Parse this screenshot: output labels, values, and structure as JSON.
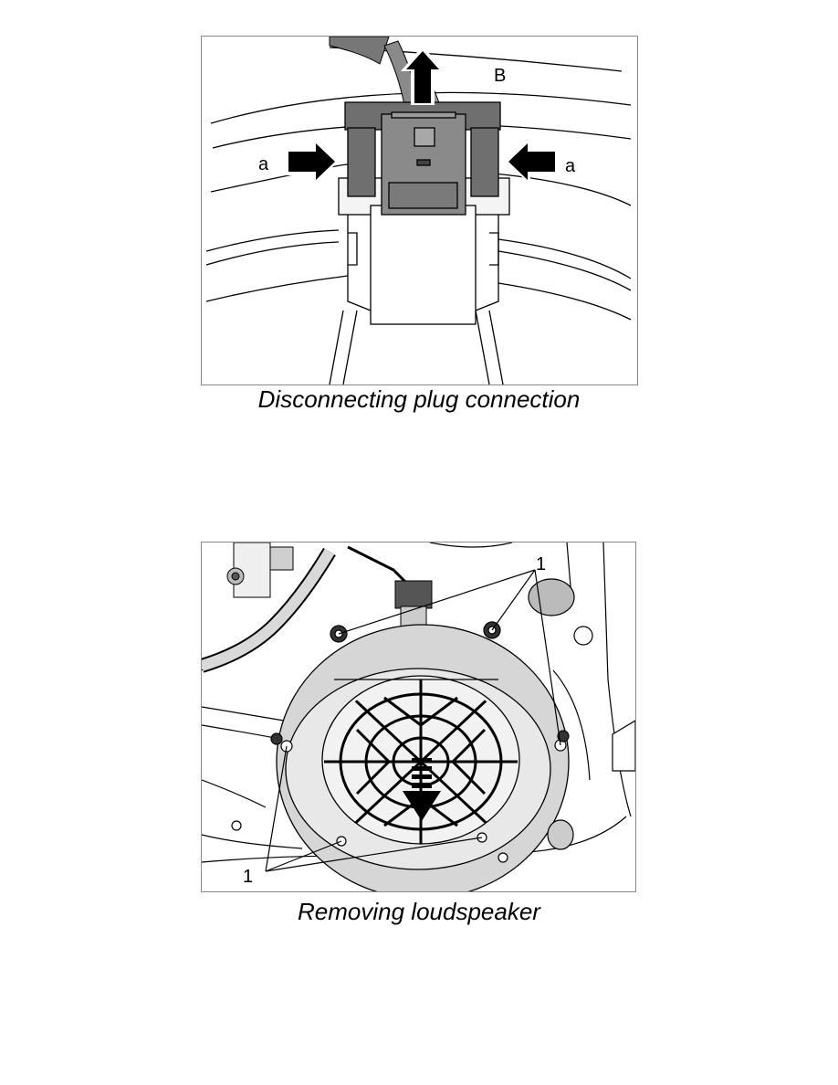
{
  "figures": [
    {
      "caption": "Disconnecting plug connection",
      "labels": {
        "arrow_pull": "B",
        "arrow_press_left": "a",
        "arrow_press_right": "a"
      }
    },
    {
      "caption": "Removing loudspeaker",
      "labels": {
        "screws_top": "1",
        "screws_bottom": "1"
      }
    }
  ],
  "colors": {
    "line": "#000000",
    "frame": "#8a8a8a",
    "connector": "#6f6f6f",
    "grille": "#5a5a5a"
  }
}
